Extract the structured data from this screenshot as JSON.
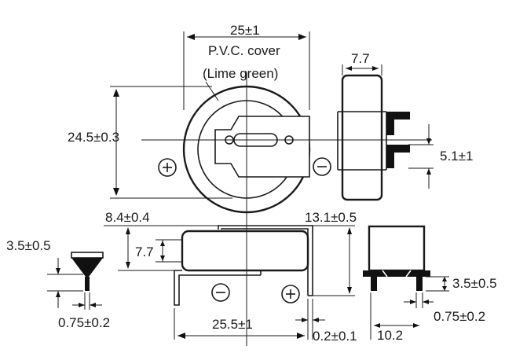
{
  "labels": {
    "width_top": "25±1",
    "cover_line1": "P.V.C. cover",
    "cover_line2": "(Lime green)",
    "height_main": "24.5±0.3",
    "side_depth": "7.7",
    "side_lead": "5.1±1",
    "offset_top": "8.4±0.4",
    "lead_span": "13.1±0.5",
    "inner_height": "7.7",
    "pin_height": "3.5±0.5",
    "pin_width": "0.75±0.2",
    "base_width": "25.5±1",
    "gap": "0.2±0.1",
    "end_width": "10.2",
    "end_pin_height": "3.5±0.5",
    "end_pin_width": "0.75±0.2"
  },
  "symbols": {
    "positive": "positive-terminal-icon",
    "negative": "negative-terminal-icon"
  }
}
